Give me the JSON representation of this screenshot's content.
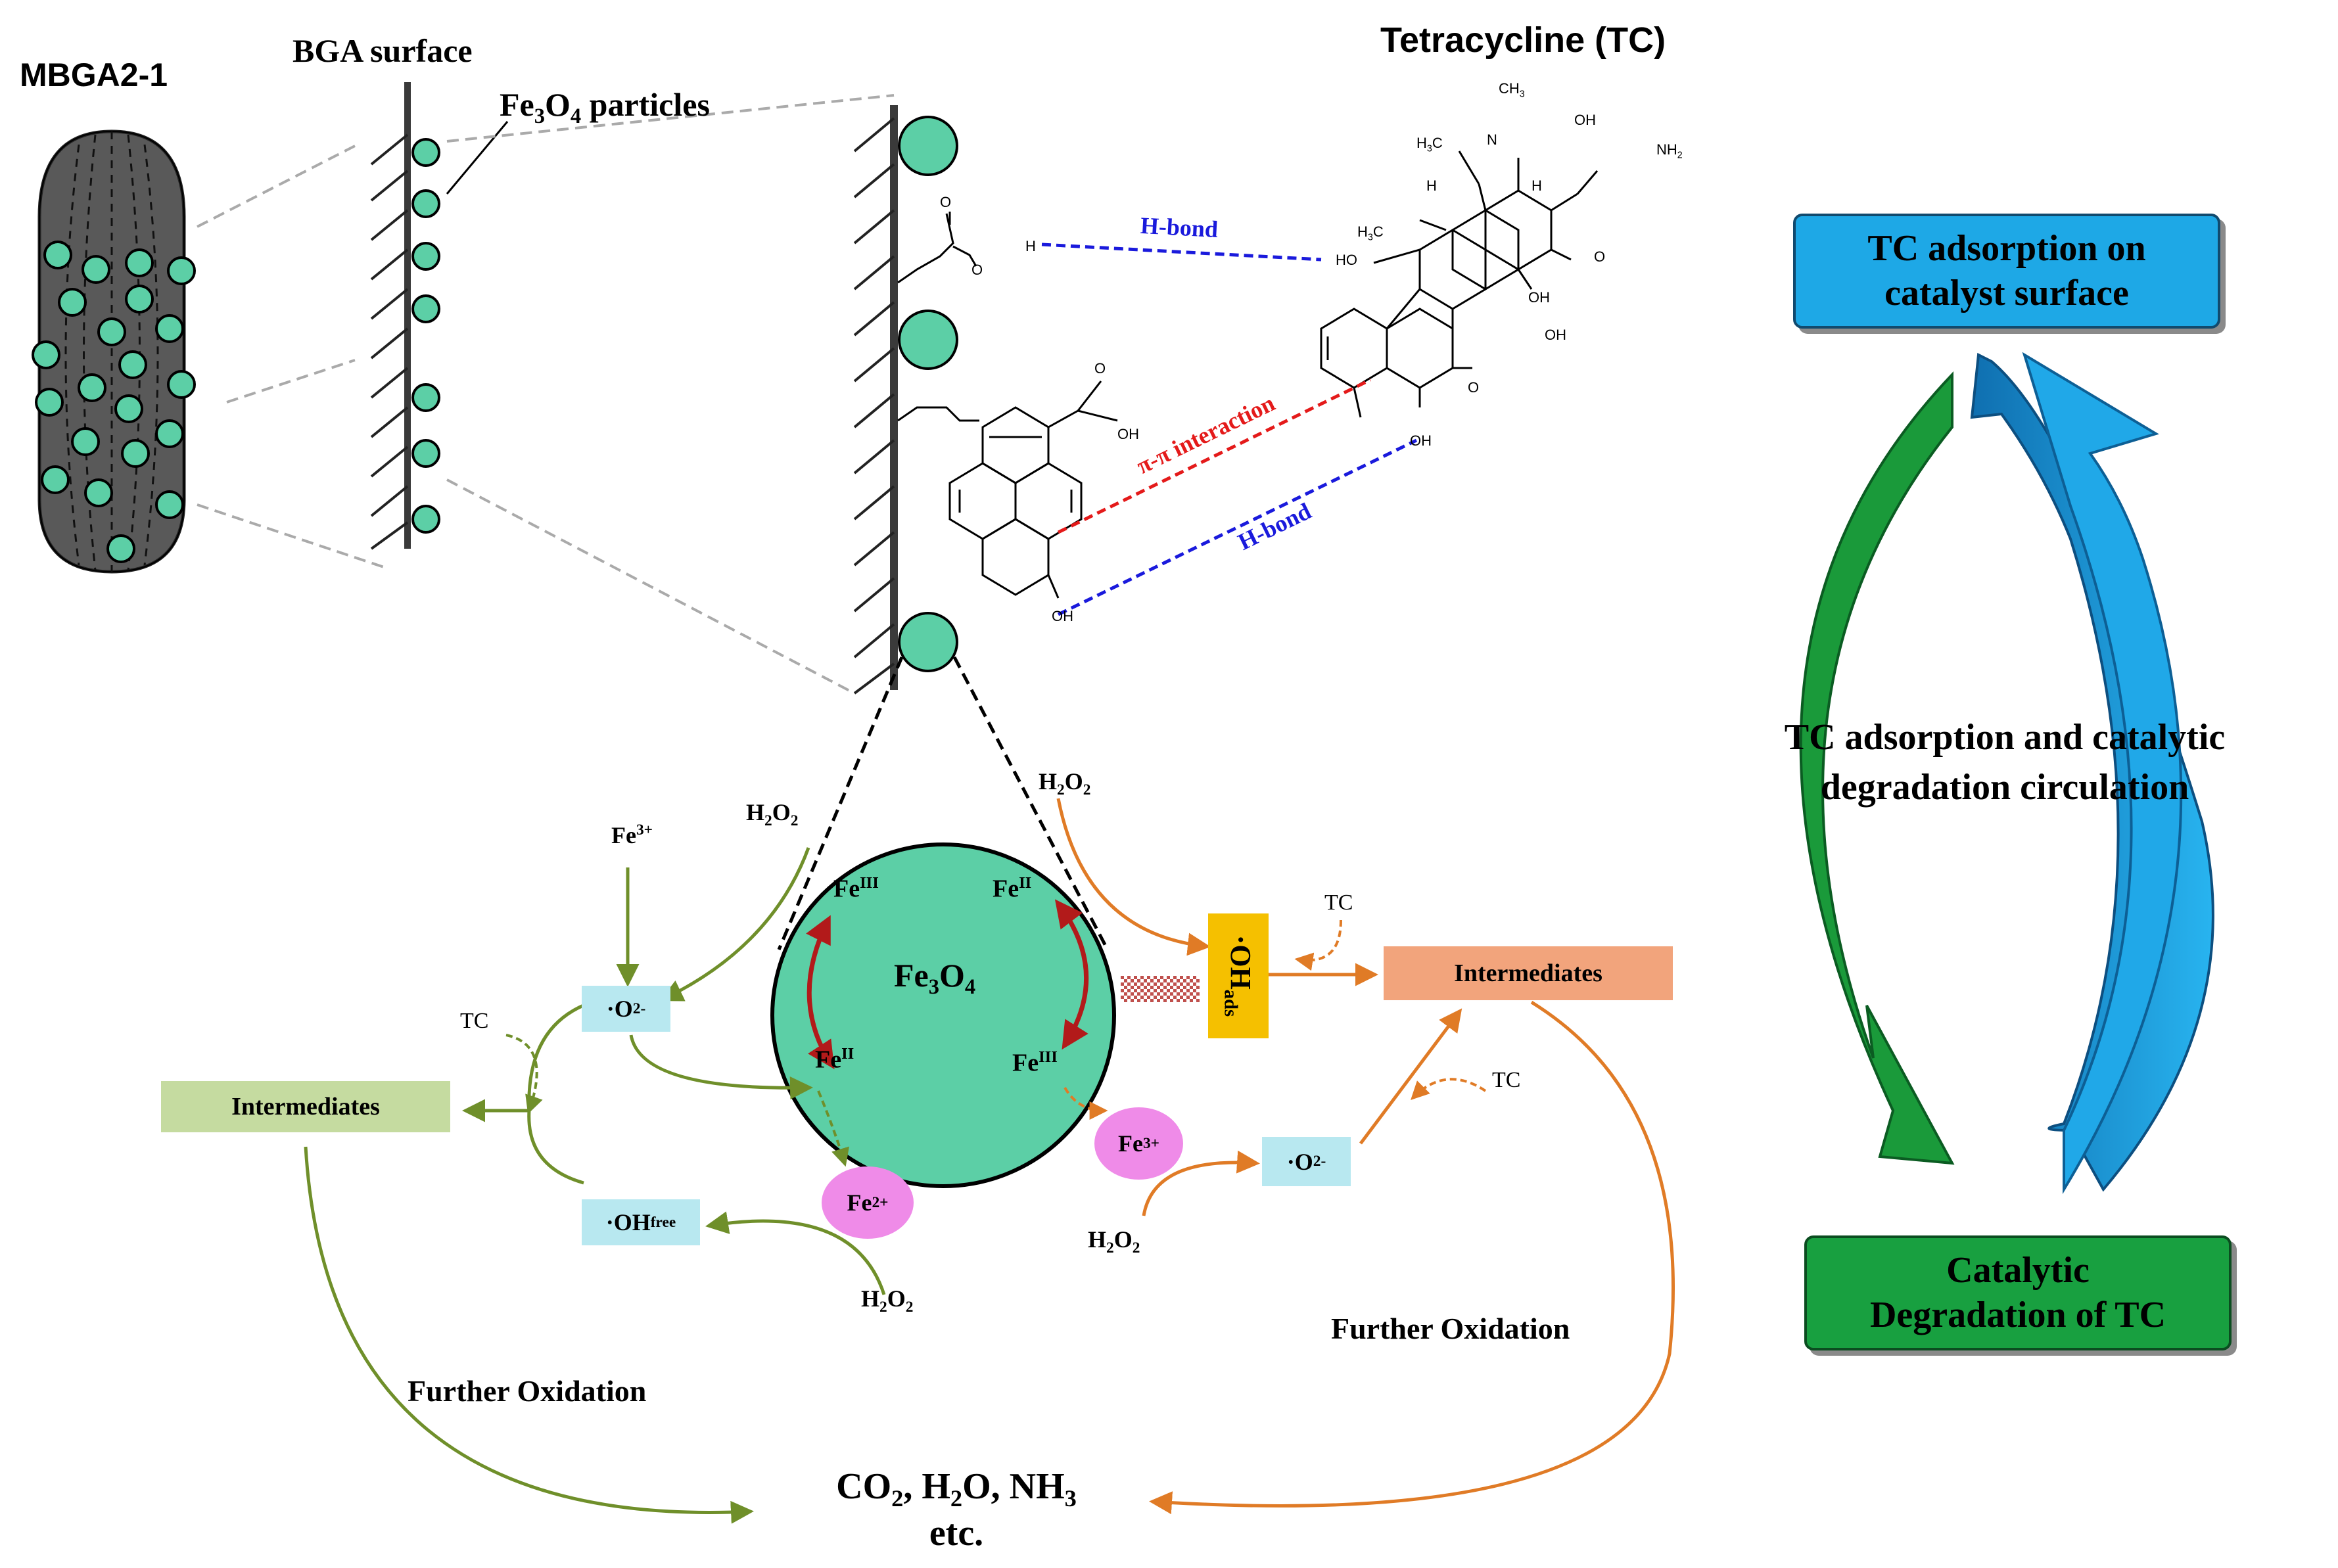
{
  "titles": {
    "mbga": "MBGA2-1",
    "bga_surface": "BGA surface",
    "fe3o4_particles_main": "Fe",
    "fe3o4_particles_sub1": "3",
    "fe3o4_particles_o": "O",
    "fe3o4_particles_sub2": "4",
    "fe3o4_particles_tail": " particles",
    "tetracycline": "Tetracycline (TC)"
  },
  "interactions": {
    "hbond_top": "H-bond",
    "pipi": "π-π interaction",
    "hbond_bottom": "H-bond"
  },
  "molecule_labels": {
    "ch3_top": "CH",
    "ch3_top_sub": "3",
    "h3c_n": "H",
    "h3c_n_sub": "3",
    "h3c_n_tail": "C",
    "n": "N",
    "oh1": "OH",
    "nh2": "NH",
    "nh2_sub": "2",
    "h1": "H",
    "h2": "H",
    "h3c_2": "H",
    "h3c_2_sub": "3",
    "h3c_2_tail": "C",
    "ho1": "HO",
    "oh2": "OH",
    "o1": "O",
    "oh3": "OH",
    "o2": "O",
    "oh4": "OH",
    "oh_pyrene": "OH",
    "o_pyrene": "O",
    "oh_cooh": "OH",
    "o_carboxyl": "O",
    "h_carboxyl": "H",
    "o_carboxyl2": "O"
  },
  "core": {
    "fe3o4": "Fe",
    "fe3o4_s1": "3",
    "fe3o4_o": "O",
    "fe3o4_s2": "4",
    "fe_iii_tl": "Fe",
    "fe_iii_tl_sup": "III",
    "fe_ii_tr": "Fe",
    "fe_ii_tr_sup": "II",
    "fe_ii_bl": "Fe",
    "fe_ii_bl_sup": "II",
    "fe_iii_br": "Fe",
    "fe_iii_br_sup": "III"
  },
  "species": {
    "fe3plus_left": "Fe",
    "fe3plus_left_sup": "3+",
    "h2o2_topleft": "H",
    "h2o2_topleft_s": "2",
    "h2o2_topleft_o": "O",
    "h2o2_topleft_s2": "2",
    "h2o2_topright": "H",
    "h2o2_topright_s": "2",
    "h2o2_topright_o": "O",
    "h2o2_topright_s2": "2",
    "o2_left": "·O",
    "o2_left_sub": "2",
    "o2_left_sup": "-",
    "oh_free": "·OH",
    "oh_free_sub": "free",
    "fe2plus": "Fe",
    "fe2plus_sup": "2+",
    "h2o2_bottom": "H",
    "h2o2_bottom_s": "2",
    "h2o2_bottom_o": "O",
    "h2o2_bottom_s2": "2",
    "fe3plus_right": "Fe",
    "fe3plus_right_sup": "3+",
    "o2_right": "·O",
    "o2_right_sub": "2",
    "o2_right_sup": "-",
    "h2o2_right": "H",
    "h2o2_right_s": "2",
    "h2o2_right_o": "O",
    "h2o2_right_s2": "2",
    "oh_ads": "·OH",
    "oh_ads_sub": "ads",
    "tc_left": "TC",
    "tc_top_right": "TC",
    "tc_right": "TC"
  },
  "products": {
    "intermediates_left": "Intermediates",
    "intermediates_right": "Intermediates",
    "further_oxidation_left": "Further Oxidation",
    "further_oxidation_right": "Further Oxidation",
    "final_line1_a": "CO",
    "final_line1_s1": "2",
    "final_line1_b": ", H",
    "final_line1_s2": "2",
    "final_line1_c": "O, NH",
    "final_line1_s3": "3",
    "final_line2": "etc."
  },
  "cycle": {
    "top_box": "TC adsorption on catalyst surface",
    "center_line1": "TC adsorption and catalytic",
    "center_line2": "degradation circulation",
    "bottom_box_line1": "Catalytic",
    "bottom_box_line2": "Degradation of TC"
  },
  "colors": {
    "particle": "#5ccfa6",
    "green_arrow": "#6f8f2a",
    "orange_arrow": "#e07b26",
    "cycle_blue": "#20a8e8",
    "cycle_green": "#1a9a3a",
    "box_blue": "#1ea8e6",
    "box_green": "#18a040",
    "intermediate_left_bg": "#c5dba0",
    "intermediate_right_bg": "#f2a47c",
    "radical_bg": "#b8e8f0",
    "fe_ion_bg": "#ef8be8",
    "oh_ads_bg": "#f5c000",
    "hbond": "#1a1adc",
    "pipi": "#e41a1a"
  }
}
